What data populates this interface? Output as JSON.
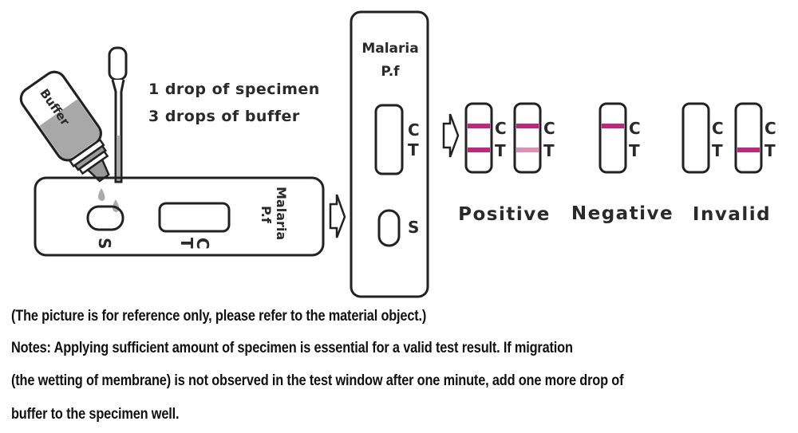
{
  "instructions": {
    "line1": "1 drop of specimen",
    "line2": "3 drops of buffer"
  },
  "bottle": {
    "label": "Buffer"
  },
  "horizontal_cassette": {
    "product_line1": "Malaria",
    "product_line2": "P.f",
    "sample_well_label": "S",
    "control_label": "C",
    "test_label": "T"
  },
  "vertical_cassette": {
    "product_line1": "Malaria",
    "product_line2": "P.f",
    "control_label": "C",
    "test_label": "T",
    "sample_well_label": "S"
  },
  "results": {
    "line_color": "#c0267a",
    "faint_line_color": "#e08fb5",
    "groups": [
      {
        "label": "Positive",
        "strips": [
          {
            "control": "strong",
            "test": "strong",
            "c_label": "C",
            "t_label": "T"
          },
          {
            "control": "strong",
            "test": "faint",
            "c_label": "C",
            "t_label": "T"
          }
        ]
      },
      {
        "label": "Negative",
        "strips": [
          {
            "control": "strong",
            "test": "none",
            "c_label": "C",
            "t_label": "T"
          }
        ]
      },
      {
        "label": "Invalid",
        "strips": [
          {
            "control": "none",
            "test": "none",
            "c_label": "C",
            "t_label": "T"
          },
          {
            "control": "none",
            "test": "strong",
            "c_label": "C",
            "t_label": "T"
          }
        ]
      }
    ]
  },
  "notes": {
    "disclaimer": "(The picture is for reference only, please refer to the material object.)",
    "line1": "Notes:  Applying sufficient amount of specimen is essential for a valid test result. If migration",
    "line2": "(the wetting of membrane) is not observed in the test window after one minute, add one more drop of",
    "line3": "buffer to the specimen well."
  }
}
